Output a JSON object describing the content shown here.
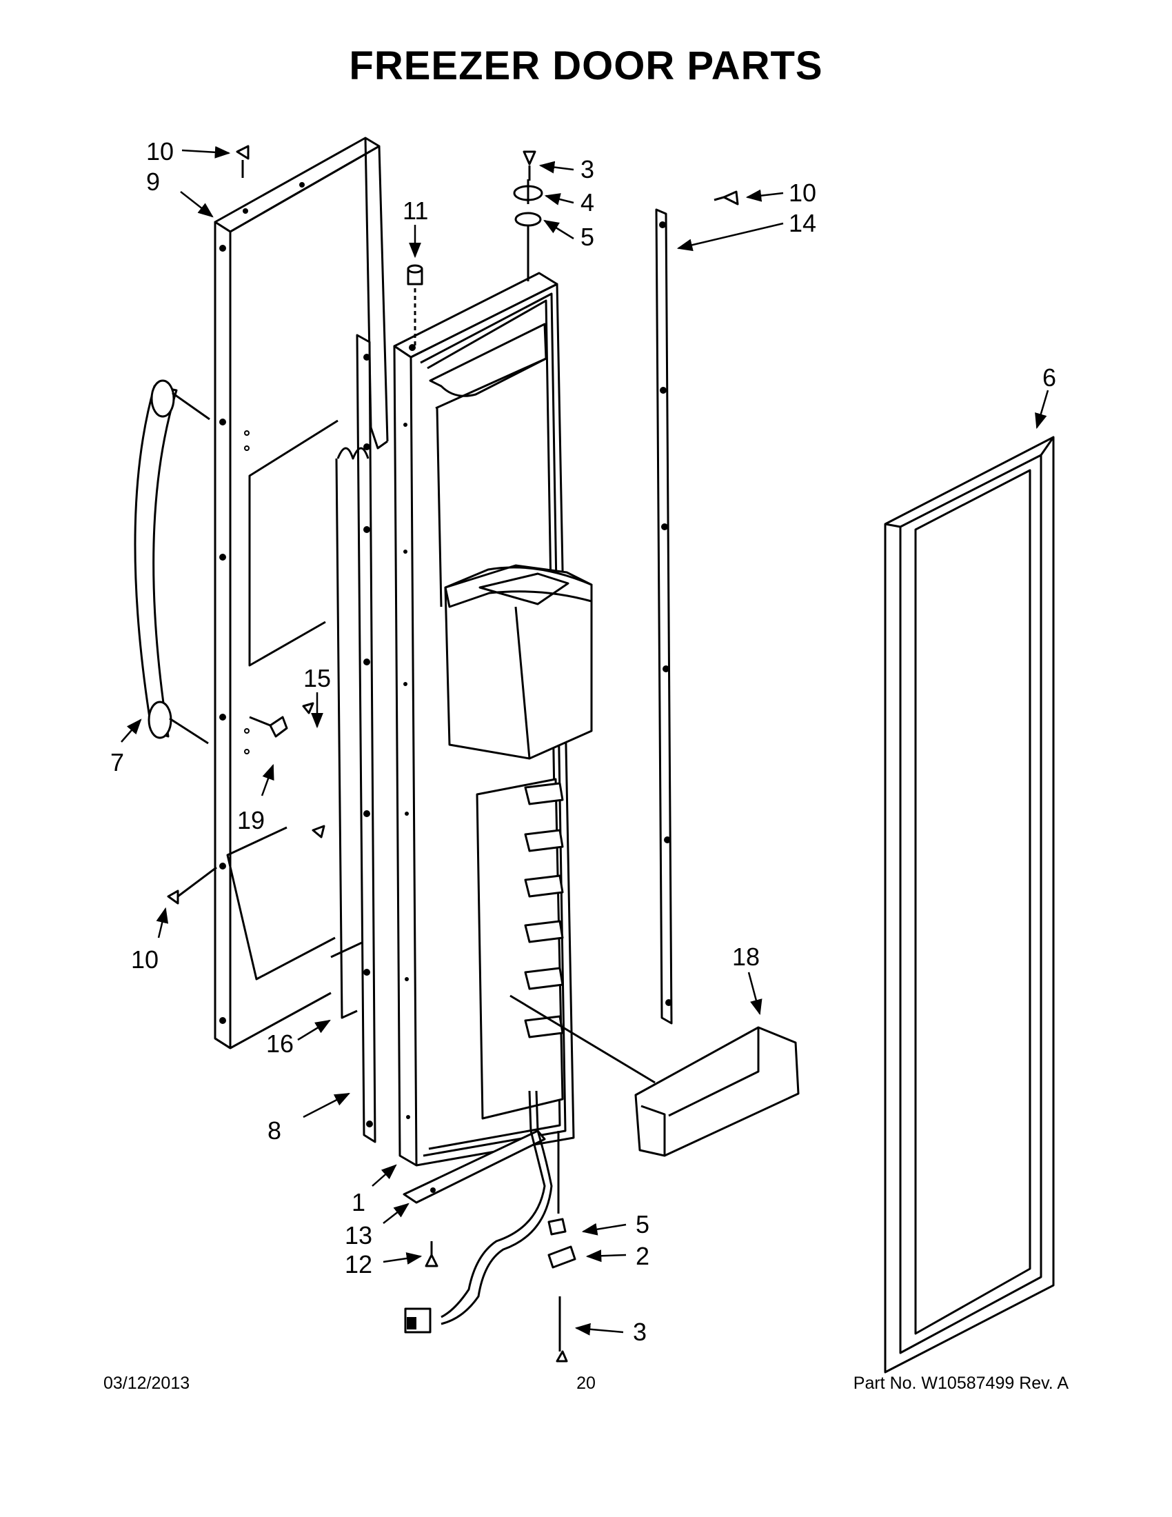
{
  "title": "FREEZER DOOR PARTS",
  "callouts": [
    {
      "id": "c10a",
      "label": "10"
    },
    {
      "id": "c9",
      "label": "9"
    },
    {
      "id": "c3a",
      "label": "3"
    },
    {
      "id": "c4",
      "label": "4"
    },
    {
      "id": "c5a",
      "label": "5"
    },
    {
      "id": "c10b",
      "label": "10"
    },
    {
      "id": "c14",
      "label": "14"
    },
    {
      "id": "c11",
      "label": "11"
    },
    {
      "id": "c6",
      "label": "6"
    },
    {
      "id": "c15",
      "label": "15"
    },
    {
      "id": "c7",
      "label": "7"
    },
    {
      "id": "c19",
      "label": "19"
    },
    {
      "id": "c10c",
      "label": "10"
    },
    {
      "id": "c16",
      "label": "16"
    },
    {
      "id": "c18",
      "label": "18"
    },
    {
      "id": "c8",
      "label": "8"
    },
    {
      "id": "c1",
      "label": "1"
    },
    {
      "id": "c13",
      "label": "13"
    },
    {
      "id": "c12",
      "label": "12"
    },
    {
      "id": "c5b",
      "label": "5"
    },
    {
      "id": "c2",
      "label": "2"
    },
    {
      "id": "c3b",
      "label": "3"
    }
  ],
  "footer": {
    "date": "03/12/2013",
    "page": "20",
    "part_no": "Part No.  W10587499  Rev.  A"
  }
}
